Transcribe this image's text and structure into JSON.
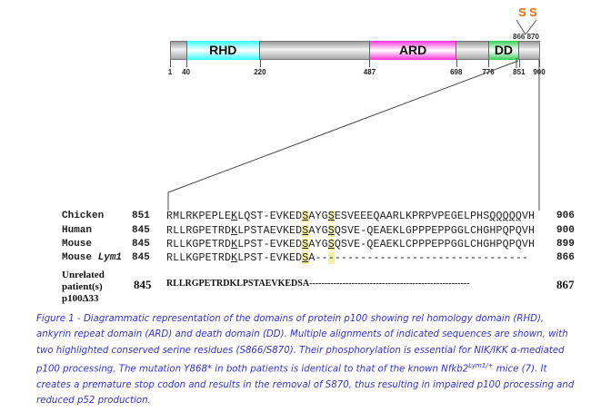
{
  "diagram": {
    "domains": [
      {
        "label": "RHD",
        "start": 40,
        "end": 220,
        "color": "#33ffff"
      },
      {
        "label": "ARD",
        "start": 487,
        "end": 698,
        "color": "#ff33dd"
      },
      {
        "label": "DD",
        "start": 776,
        "end": 851,
        "color": "#33cc55"
      }
    ],
    "ticks": [
      "1",
      "40",
      "220",
      "487",
      "698",
      "776",
      "851",
      "900"
    ],
    "sites_label": "866 870",
    "serines": [
      "S",
      "S"
    ],
    "serine_color": "#ff6600"
  },
  "alignment": [
    {
      "name": "Chicken",
      "start": "851",
      "end": "906",
      "segments": [
        {
          "t": "RMLRKPEPLE"
        },
        {
          "t": "K",
          "u": true
        },
        {
          "t": "LQST-EVKED"
        },
        {
          "t": "S",
          "u": true,
          "h": true
        },
        {
          "t": "AYG"
        },
        {
          "t": "S",
          "u": true,
          "h": true
        },
        {
          "t": "ESVEEEQAARLKPRPVPEGELPHS"
        },
        {
          "t": "QQQQQ",
          "u": true
        },
        {
          "t": "VH"
        }
      ]
    },
    {
      "name": "Human",
      "start": "845",
      "end": "900",
      "segments": [
        {
          "t": "RLLRGPETRD"
        },
        {
          "t": "K",
          "u": true
        },
        {
          "t": "LPSTAEVKED"
        },
        {
          "t": "S",
          "u": true,
          "h": true
        },
        {
          "t": "AYG"
        },
        {
          "t": "S",
          "u": true,
          "h": true
        },
        {
          "t": "QSVE-QEAEKLGPPPEPPGGLCHGHPQPQVH"
        }
      ]
    },
    {
      "name": "Mouse",
      "start": "845",
      "end": "899",
      "segments": [
        {
          "t": "RLLKGPETRD"
        },
        {
          "t": "K",
          "u": true
        },
        {
          "t": "LPST-EVKED"
        },
        {
          "t": "S",
          "u": true,
          "h": true
        },
        {
          "t": "AYG"
        },
        {
          "t": "S",
          "u": true,
          "h": true
        },
        {
          "t": "QSVE-QEAEKLCPPPEPPGGLCHGHPQPQVH"
        }
      ]
    },
    {
      "name": "Mouse",
      "name_italic": "Lym1",
      "start": "845",
      "end": "866",
      "segments": [
        {
          "t": "RLLKGPETRD"
        },
        {
          "t": "K",
          "u": true
        },
        {
          "t": "LPST-EVKED"
        },
        {
          "t": "S",
          "u": true,
          "h": true
        },
        {
          "t": "A--"
        },
        {
          "t": "-",
          "h": true
        },
        {
          "t": "------------------------------"
        }
      ]
    }
  ],
  "patient": {
    "name_lines": [
      "Unrelated",
      "patient(s)",
      "p100Δ33"
    ],
    "start": "845",
    "sequence": "RLLRGPETRDKLPSTAEVKEDSA-----------------------------------------------------",
    "end": "867"
  },
  "caption": {
    "part1": "Figure 1 - Diagrammatic representation of the domains of protein p100 showing rel homology domain (RHD), ankyrin repeat domain (ARD) and death domain (DD). Multiple alignments of indicated sequences are shown, with two highlighted conserved serine residues (S866/S870). Their phosphorylation is essential for NIK/IKK α-mediated p100 processing. The mutation Y868* in both patients is identical to that of the known Nfkb2",
    "sup": "Lym1/+",
    "part2": " mice (7). It creates a premature stop codon and results in the removal of S870, thus resulting in impaired p100 processing and reduced p52 production."
  }
}
